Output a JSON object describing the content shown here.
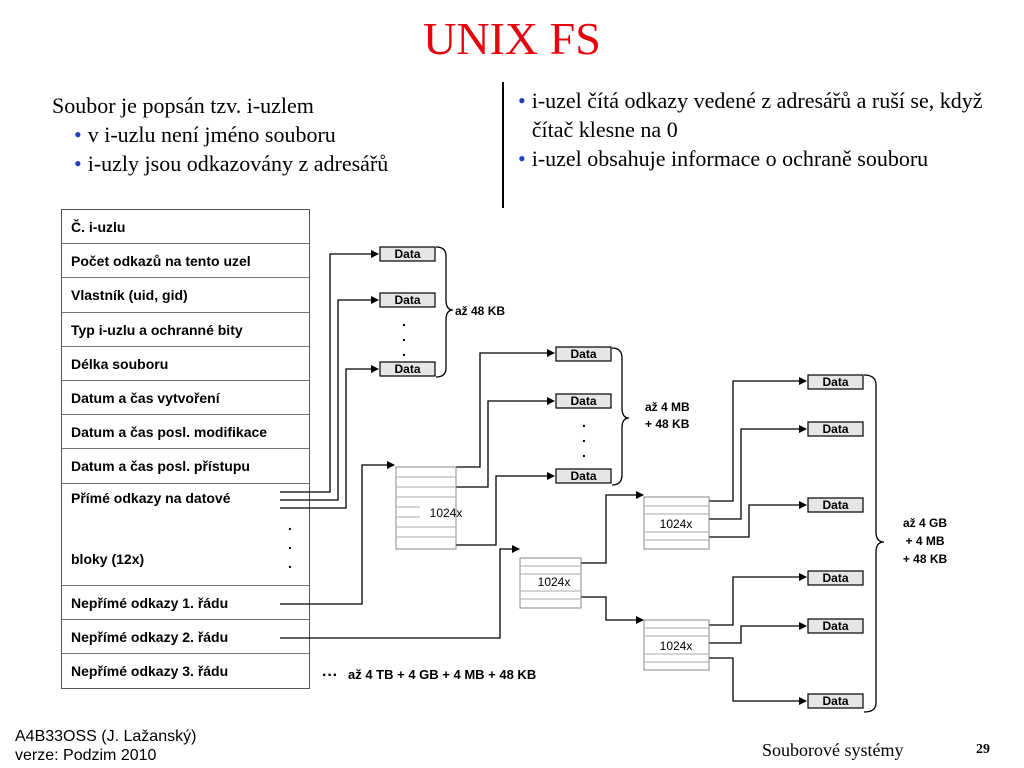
{
  "title": "UNIX FS",
  "left": {
    "intro": "Soubor je popsán tzv. i-uzlem",
    "bullets": [
      "v i-uzlu není jméno souboru",
      "i-uzly jsou odkazovány z adresářů"
    ]
  },
  "right": {
    "bullets": [
      "i-uzel čítá odkazy vedené z adresářů a ruší se, když čítač klesne na 0",
      "i-uzel obsahuje informace o ochraně souboru"
    ]
  },
  "inode_rows": [
    "Č. i-uzlu",
    "Počet odkazů na tento uzel",
    "Vlastník (uid, gid)",
    "Typ i-uzlu a ochranné bity",
    "Délka souboru",
    "Datum a čas vytvoření",
    "Datum a čas posl. modifikace",
    "Datum a čas posl. přístupu"
  ],
  "direct_top": "Přímé odkazy na datové",
  "direct_bottom": "bloky (12x)",
  "indirect_rows": [
    "Nepřímé odkazy 1. řádu",
    "Nepřímé odkazy 2. řádu",
    "Nepřímé odkazy 3. řádu"
  ],
  "diagram": {
    "data_label": "Data",
    "block_label": "1024x",
    "size_direct": "až 48 KB",
    "size_single": [
      "až 4 MB",
      "+ 48 KB"
    ],
    "size_double": [
      "až 4 GB",
      "+  4 MB",
      "+ 48 KB"
    ],
    "size_triple": "až 4 TB + 4 GB + 4 MB + 48 KB",
    "ellipsis": "···",
    "dot": "."
  },
  "footer": {
    "course": "A4B33OSS (J. Lažanský)",
    "version": "verze: Podzim 2010",
    "topic": "Souborové systémy",
    "page": "29"
  }
}
